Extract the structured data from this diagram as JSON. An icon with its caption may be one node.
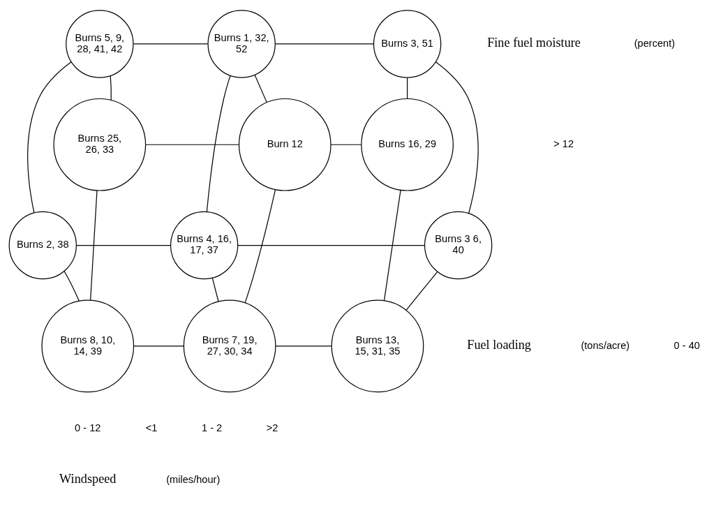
{
  "diagram": {
    "nodes": [
      {
        "text": [
          "Burns 5, 9, 28, 41, 42"
        ]
      },
      {
        "text": [
          "Burns 1, 32, 52"
        ]
      },
      {
        "text": [
          "Burns 3, 51"
        ]
      },
      {
        "text": [
          "Burns 25, 26, 33"
        ]
      },
      {
        "text": [
          "Burn 12"
        ]
      },
      {
        "text": [
          "Burns 16, 29"
        ]
      },
      {
        "text": [
          "Burns 2, 38"
        ]
      },
      {
        "text": [
          "Burns 4, 16, 17, 37"
        ]
      },
      {
        "text": [
          "Burns 3 6, 40"
        ]
      },
      {
        "text": [
          "Burns 8, 10, 14, 39"
        ]
      },
      {
        "text": [
          "Burns 7, 19, 27, 30, 34"
        ]
      },
      {
        "text": [
          "Burns 13, 15, 31, 35"
        ]
      }
    ],
    "edges": [
      {
        "from": 0,
        "to": 1,
        "arrow": "none"
      },
      {
        "from": 1,
        "to": 2,
        "arrow": "none"
      },
      {
        "from": 0,
        "to": 3,
        "arrow": "none"
      },
      {
        "from": 0,
        "to": 6,
        "arrow": "none"
      },
      {
        "from": 1,
        "to": 4,
        "arrow": "none"
      },
      {
        "from": 1,
        "to": 7,
        "arrow": "none"
      },
      {
        "from": 2,
        "to": 5,
        "arrow": "none"
      },
      {
        "from": 2,
        "to": 8,
        "arrow": "none"
      },
      {
        "from": 3,
        "to": 4,
        "arrow": "none"
      },
      {
        "from": 4,
        "to": 5,
        "arrow": "none"
      },
      {
        "from": 3,
        "to": 9,
        "arrow": "none"
      },
      {
        "from": 4,
        "to": 10,
        "arrow": "none"
      },
      {
        "from": 5,
        "to": 11,
        "arrow": "none"
      },
      {
        "from": 6,
        "to": 7,
        "arrow": "none"
      },
      {
        "from": 7,
        "to": 8,
        "arrow": "none"
      },
      {
        "from": 6,
        "to": 9,
        "arrow": "none"
      },
      {
        "from": 7,
        "to": 10,
        "arrow": "none"
      },
      {
        "from": 8,
        "to": 11,
        "arrow": "none"
      },
      {
        "from": 9,
        "to": 10,
        "arrow": "none"
      },
      {
        "from": 10,
        "to": 11,
        "arrow": "none"
      }
    ],
    "labels": [
      "Fine fuel moisture",
      "(percent)",
      "> 12",
      "Fuel loading",
      "(tons/acre)",
      "0 - 40",
      "0 - 12",
      "<1",
      "1 - 2",
      ">2",
      "Windspeed",
      "(miles/hour)"
    ]
  }
}
